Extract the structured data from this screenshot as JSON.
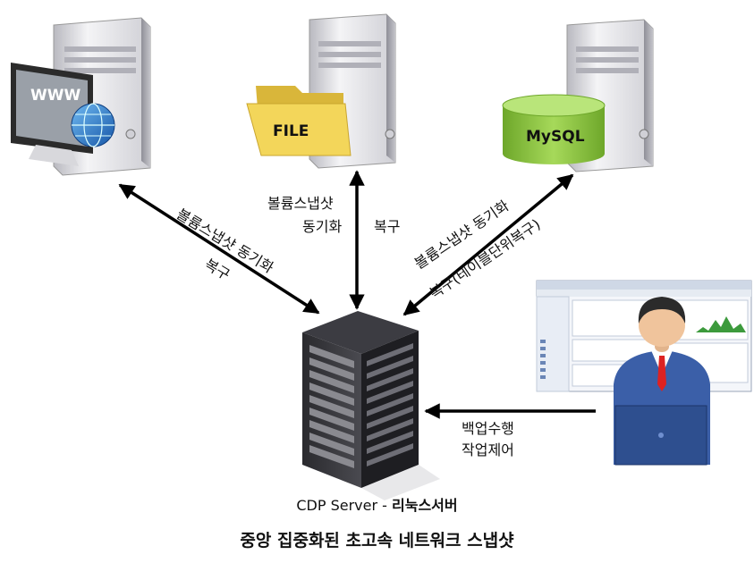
{
  "nodes": {
    "www": {
      "label": "WWW"
    },
    "file": {
      "label": "FILE"
    },
    "mysql": {
      "label": "MySQL"
    }
  },
  "edges": {
    "left_line1": "볼륨스냅샷 동기화",
    "left_line2": "복구",
    "center_line1": "볼륨스냅샷",
    "center_line2": "동기화",
    "center_restore": "복구",
    "right_line1": "볼륨스냅샷 동기화",
    "right_line2": "복구(테이블단위복구)",
    "admin_line1": "백업수행",
    "admin_line2": "작업제어"
  },
  "server": {
    "name": "CDP Server - ",
    "vendor": "리눅스서버"
  },
  "title": "중앙 집중화된 초고속 네트워크 스냅샷",
  "colors": {
    "tower_body": "#e9e9ec",
    "tower_dark": "#9a9aa2",
    "folder": "#f3d65a",
    "db": "#8cc43c",
    "arrow": "#000000",
    "shirt": "#3b5fa8"
  }
}
